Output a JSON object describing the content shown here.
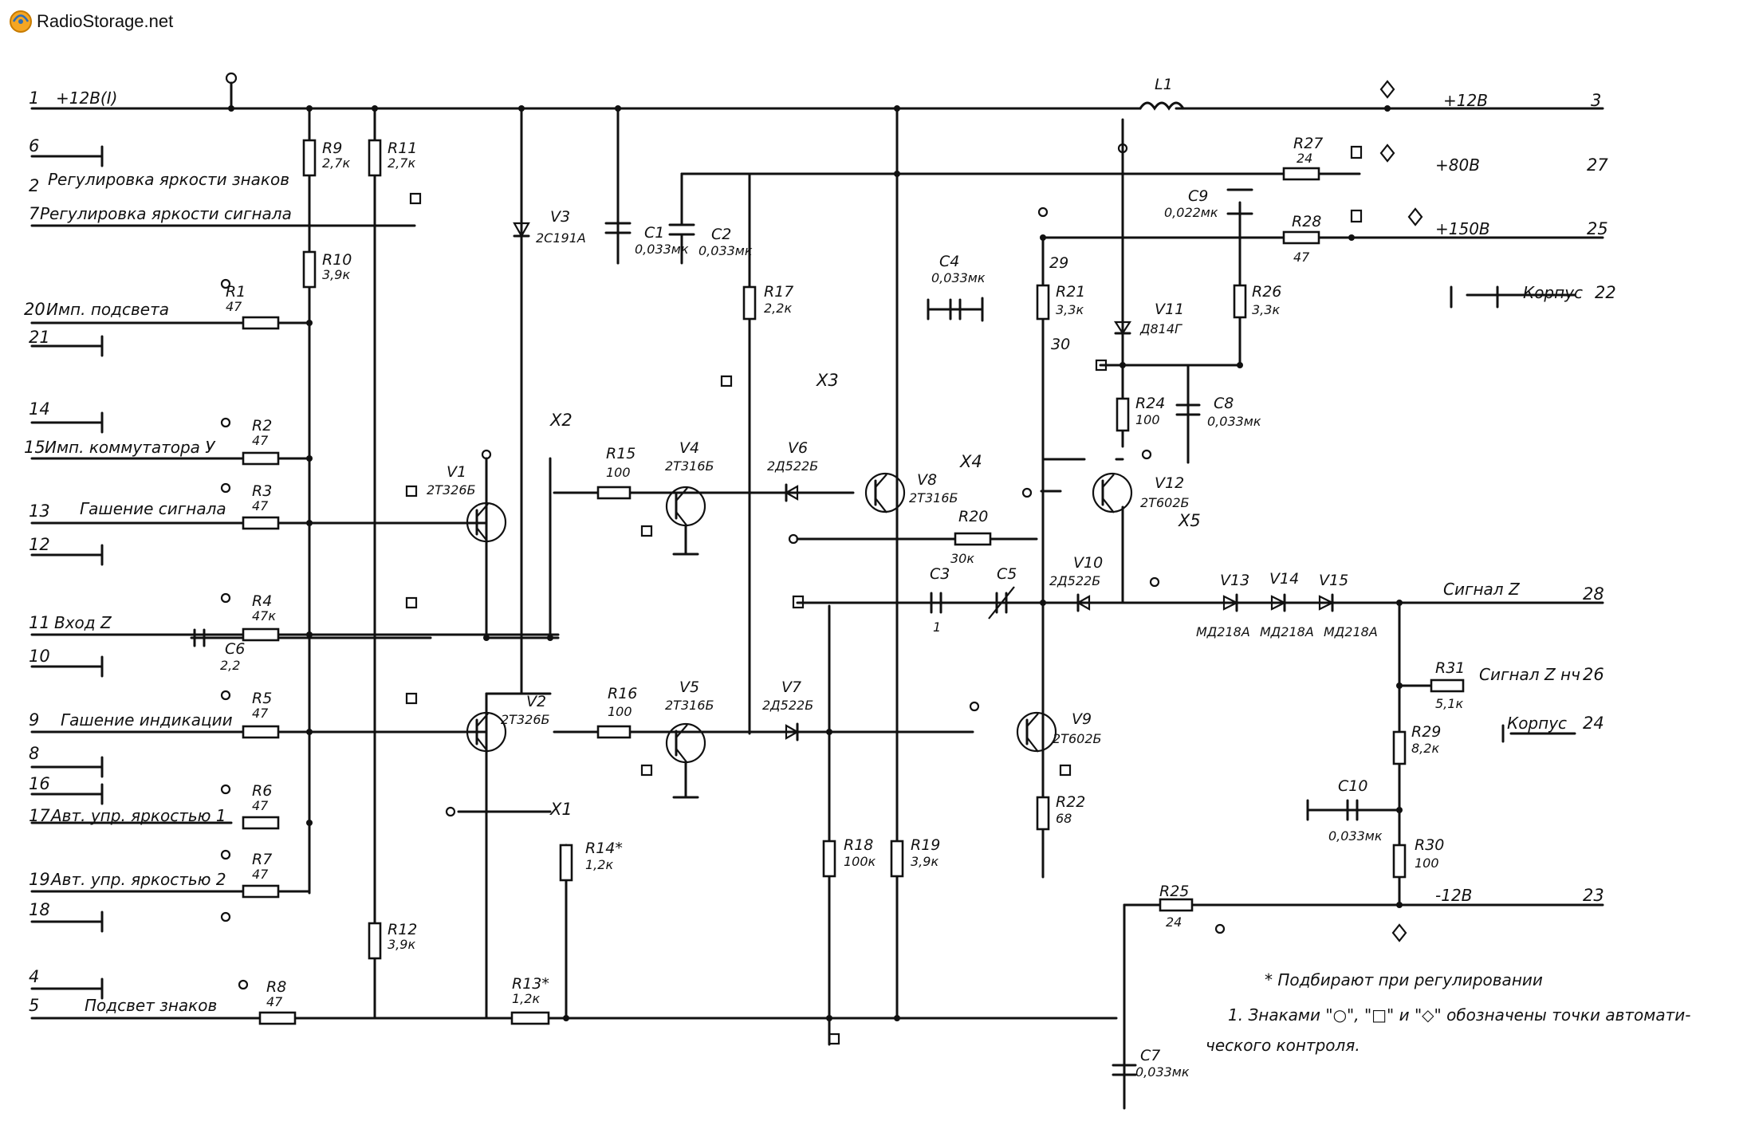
{
  "watermark": {
    "site": "RadioStorage.net",
    "logo_icon": "radiostorage-logo-icon"
  },
  "diagram": {
    "inputs": [
      {
        "pin": "1",
        "label": "+12В(I)"
      },
      {
        "pin": "6",
        "label": ""
      },
      {
        "pin": "2",
        "label": "Регулировка яркости знаков"
      },
      {
        "pin": "7",
        "label": "Регулировка яркости сигнала"
      },
      {
        "pin": "20",
        "label": "Имп. подсвета"
      },
      {
        "pin": "21",
        "label": ""
      },
      {
        "pin": "14",
        "label": ""
      },
      {
        "pin": "15",
        "label": "Имп. коммутатора У"
      },
      {
        "pin": "13",
        "label": "Гашение сигнала"
      },
      {
        "pin": "12",
        "label": ""
      },
      {
        "pin": "11",
        "label": "Вход Z"
      },
      {
        "pin": "10",
        "label": ""
      },
      {
        "pin": "9",
        "label": "Гашение индикации"
      },
      {
        "pin": "8",
        "label": ""
      },
      {
        "pin": "16",
        "label": ""
      },
      {
        "pin": "17",
        "label": "Авт. упр. яркостью 1"
      },
      {
        "pin": "19",
        "label": "Авт. упр. яркостью 2"
      },
      {
        "pin": "18",
        "label": ""
      },
      {
        "pin": "4",
        "label": ""
      },
      {
        "pin": "5",
        "label": "Подсвет знаков"
      }
    ],
    "outputs": [
      {
        "pin": "3",
        "label": "+12В"
      },
      {
        "pin": "27",
        "label": "+80В"
      },
      {
        "pin": "25",
        "label": "+150В"
      },
      {
        "pin": "22",
        "label": "Корпус"
      },
      {
        "pin": "28",
        "label": "Сигнал Z"
      },
      {
        "pin": "26",
        "label": "Сигнал Z нч"
      },
      {
        "pin": "24",
        "label": "Корпус"
      },
      {
        "pin": "23",
        "label": "-12В"
      }
    ],
    "resistors": [
      {
        "ref": "R1",
        "value": "47"
      },
      {
        "ref": "R2",
        "value": "47"
      },
      {
        "ref": "R3",
        "value": "47"
      },
      {
        "ref": "R4",
        "value": "47к"
      },
      {
        "ref": "R5",
        "value": "47"
      },
      {
        "ref": "R6",
        "value": "47"
      },
      {
        "ref": "R7",
        "value": "47"
      },
      {
        "ref": "R8",
        "value": "47"
      },
      {
        "ref": "R9",
        "value": "2,7к"
      },
      {
        "ref": "R10",
        "value": "3,9к"
      },
      {
        "ref": "R11",
        "value": "2,7к"
      },
      {
        "ref": "R12",
        "value": "3,9к"
      },
      {
        "ref": "R13*",
        "value": "1,2к"
      },
      {
        "ref": "R14*",
        "value": "1,2к"
      },
      {
        "ref": "R15",
        "value": "100"
      },
      {
        "ref": "R16",
        "value": "100"
      },
      {
        "ref": "R17",
        "value": "2,2к"
      },
      {
        "ref": "R18",
        "value": "100к"
      },
      {
        "ref": "R19",
        "value": "3,9к"
      },
      {
        "ref": "R20",
        "value": "30к"
      },
      {
        "ref": "R21",
        "value": "3,3к"
      },
      {
        "ref": "R22",
        "value": "68"
      },
      {
        "ref": "R24",
        "value": "100"
      },
      {
        "ref": "R25",
        "value": "24"
      },
      {
        "ref": "R26",
        "value": "3,3к"
      },
      {
        "ref": "R27",
        "value": "24"
      },
      {
        "ref": "R28",
        "value": "47"
      },
      {
        "ref": "R29",
        "value": "8,2к"
      },
      {
        "ref": "R30",
        "value": "100"
      },
      {
        "ref": "R31",
        "value": "5,1к"
      }
    ],
    "capacitors": [
      {
        "ref": "C1",
        "value": "0,033мк"
      },
      {
        "ref": "C2",
        "value": "0,033мк"
      },
      {
        "ref": "C3",
        "value": "1"
      },
      {
        "ref": "C4",
        "value": "0,033мк"
      },
      {
        "ref": "C5",
        "value": ""
      },
      {
        "ref": "C6",
        "value": "2,2"
      },
      {
        "ref": "C7",
        "value": "0,033мк"
      },
      {
        "ref": "C8",
        "value": "0,033мк"
      },
      {
        "ref": "C9",
        "value": "0,022мк"
      },
      {
        "ref": "C10",
        "value": "0,033мк"
      }
    ],
    "inductor": {
      "ref": "L1"
    },
    "semiconductors": [
      {
        "ref": "V1",
        "type": "2Т326Б"
      },
      {
        "ref": "V2",
        "type": "2Т326Б"
      },
      {
        "ref": "V3",
        "type": "2С191А"
      },
      {
        "ref": "V4",
        "type": "2Т316Б"
      },
      {
        "ref": "V5",
        "type": "2Т316Б"
      },
      {
        "ref": "V6",
        "type": "2Д522Б"
      },
      {
        "ref": "V7",
        "type": "2Д522Б"
      },
      {
        "ref": "V8",
        "type": "2Т316Б"
      },
      {
        "ref": "V9",
        "type": "2Т602Б"
      },
      {
        "ref": "V10",
        "type": "2Д522Б"
      },
      {
        "ref": "V11",
        "type": "Д814Г"
      },
      {
        "ref": "V12",
        "type": "2Т602Б"
      },
      {
        "ref": "V13",
        "type": "МД218А"
      },
      {
        "ref": "V14",
        "type": "МД218А"
      },
      {
        "ref": "V15",
        "type": "МД218А"
      }
    ],
    "test_points": [
      "X1",
      "X2",
      "X3",
      "X4",
      "X5"
    ],
    "node_numbers": [
      "29",
      "30"
    ],
    "notes": [
      "* Подбирают при регулировании",
      "1. Знаками \"○\", \"□\" и \"◇\" обозначены точки автомати-",
      "ческого контроля."
    ]
  }
}
